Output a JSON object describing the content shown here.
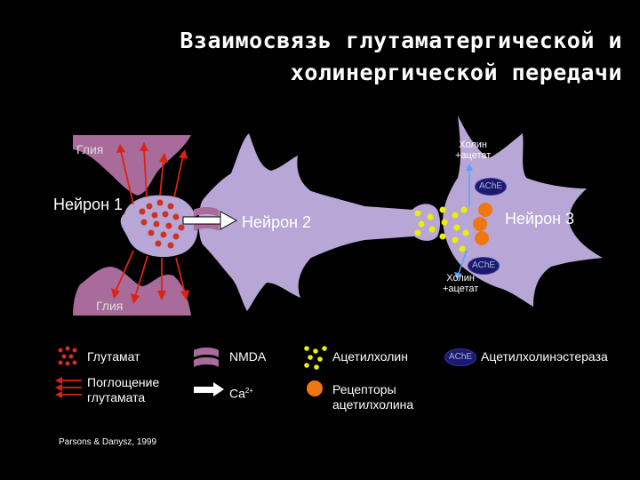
{
  "title": {
    "line1": "Взаимосвязь глутаматергической и",
    "line2": "холинергической передачи"
  },
  "diagram": {
    "glia_top": "Глия",
    "glia_bottom": "Глия",
    "neuron1": "Нейрон 1",
    "neuron2": "Нейрон 2",
    "neuron3": "Нейрон 3",
    "choline_top": "Холин\n+ацетат",
    "choline_bottom": "Холин\n+ацетат",
    "ache_top": "AChE",
    "ache_bottom": "AChE"
  },
  "legend": {
    "glutamate": "Глутамат",
    "glutamate_uptake": "Поглощение\nглутамата",
    "nmda": "NMDA",
    "calcium": "Ca",
    "calcium_sup": "2+",
    "acetylcholine": "Ацетилхолин",
    "ach_receptors": "Рецепторы\nацетилхолина",
    "ache_badge": "AChE",
    "acetylcholinesterase": "Ацетилхолинэстераза"
  },
  "citation": "Parsons & Danysz, 1999",
  "colors": {
    "cell": "#b8a7d6",
    "glia": "#a86b9a",
    "glutamate": "#cc3322",
    "uptake_arrow": "#dd2211",
    "acetylcholine": "#eeee00",
    "receptor": "#ee7711",
    "ache": "#1a1a6e",
    "choline_arrow": "#4aa6ff"
  }
}
